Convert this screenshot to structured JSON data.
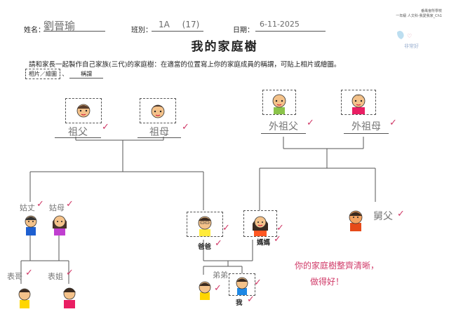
{
  "header": {
    "name_label": "姓名：",
    "name_value": "劉晉瑜",
    "class_label": "班別：",
    "class_value": "1A",
    "number_value": "(17)",
    "date_label": "日期：",
    "date_value": "6-11-2025",
    "school_name": "番禺會所學校",
    "subject_line": "一年級 人文科-我愛我家_Ch1",
    "stamp_text": "非常好"
  },
  "title": "我的家庭樹",
  "instruction": "請和家長一起製作自己家族(三代)的家庭樹：在適當的位置寫上你的家庭成員的稱謂，可貼上相片或繪圖。",
  "legend": {
    "photo": "相片／繪圖",
    "sep": "、",
    "title": "稱謂"
  },
  "members": {
    "grandpa": "祖父",
    "grandma": "祖母",
    "maternal_grandpa": "外祖父",
    "maternal_grandma": "外祖母",
    "uncle_in_law": "姑丈",
    "aunt": "姑母",
    "dad": "爸爸",
    "mom": "媽媽",
    "maternal_uncle": "舅父",
    "cousin_brother": "表哥",
    "cousin_sister": "表姐",
    "sibling": "弟弟",
    "me": "我"
  },
  "check_mark": "✓",
  "teacher_comment": {
    "line1": "你的家庭樹整齊清晰，",
    "line2": "做得好！"
  },
  "colors": {
    "teacher_pen": "#d03a68"
  }
}
